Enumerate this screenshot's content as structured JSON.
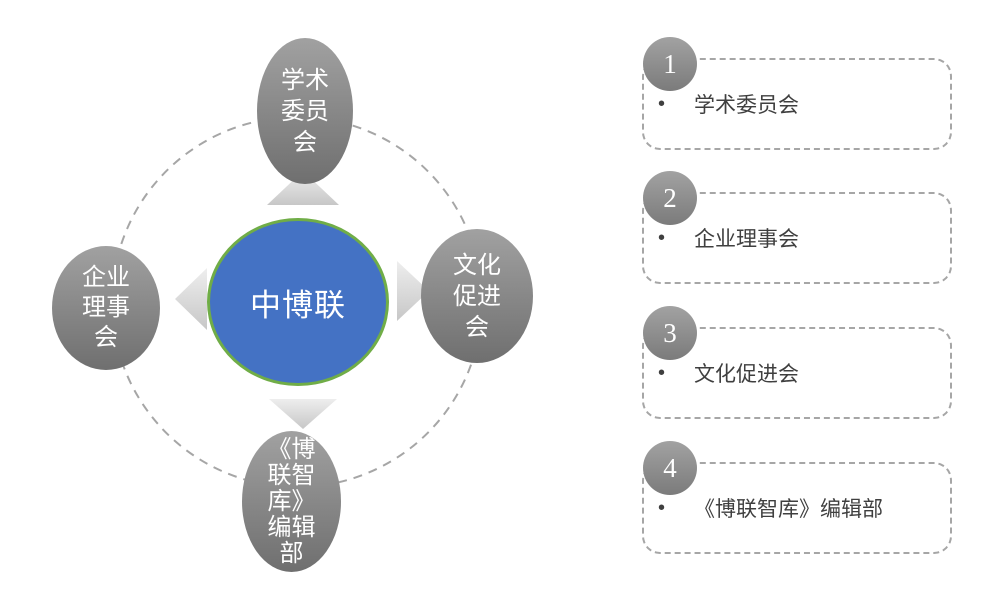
{
  "diagram": {
    "center": {
      "label": "中博联",
      "fill_color": "#4472c4",
      "border_color": "#70ad47"
    },
    "nodes": [
      {
        "id": "top",
        "label": "学术委员会",
        "lines": [
          "学术",
          "委员",
          "会"
        ]
      },
      {
        "id": "left",
        "label": "企业理事会",
        "lines": [
          "企业",
          "理事",
          "会"
        ]
      },
      {
        "id": "right",
        "label": "文化促进会",
        "lines": [
          "文化",
          "促进",
          "会"
        ]
      },
      {
        "id": "bottom",
        "label": "《博联智库》编辑部",
        "lines": [
          "《博",
          "联智",
          "库》",
          "编辑",
          "部"
        ]
      }
    ],
    "node_fill_top": "#a1a1a1",
    "node_fill_bottom": "#6f6f6f",
    "arrow_color": "#d9d9d9",
    "dash_ring_color": "#a6a6a6"
  },
  "legend": {
    "items": [
      {
        "number": "1",
        "bullet": "•",
        "label": "学术委员会"
      },
      {
        "number": "2",
        "bullet": "•",
        "label": "企业理事会"
      },
      {
        "number": "3",
        "bullet": "•",
        "label": "文化促进会"
      },
      {
        "number": "4",
        "bullet": "•",
        "label": "《博联智库》编辑部"
      }
    ],
    "box_border_color": "#a6a6a6",
    "text_color": "#3f3f3f"
  }
}
